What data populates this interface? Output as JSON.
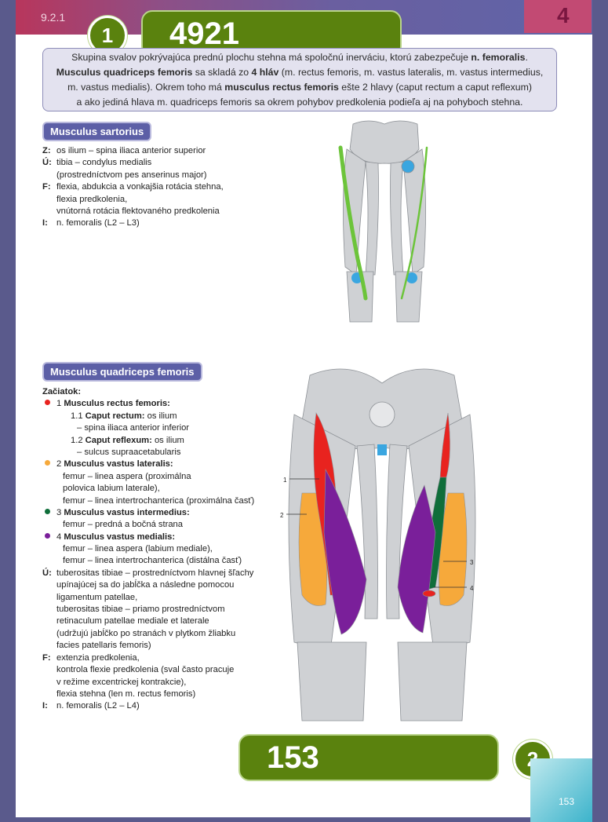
{
  "header": {
    "section": "9.2.1",
    "chapter": "4"
  },
  "badges": {
    "top_number": "4921",
    "top_circle": "1",
    "bottom_number": "153",
    "bottom_circle": "2"
  },
  "intro": {
    "l1a": "Skupina svalov pokrývajúca prednú plochu stehna má spoločnú inerváciu, ktorú zabezpečuje ",
    "l1b": "n. femoralis",
    "l1c": ".",
    "l2a": "Musculus quadriceps femoris",
    "l2b": " sa skladá zo ",
    "l2c": "4 hláv",
    "l2d": " (m. rectus femoris, m. vastus lateralis, m. vastus intermedius,",
    "l3a": "m. vastus medialis). Okrem toho má ",
    "l3b": "musculus rectus femoris",
    "l3c": " ešte 2 hlavy (caput rectum a caput reflexum)",
    "l4": "a ako jediná hlava m. quadriceps femoris sa okrem pohybov predkolenia podieľa aj na pohyboch stehna."
  },
  "sartorius": {
    "title": "Musculus sartorius",
    "rows": [
      {
        "key": "Z:",
        "lines": [
          "os ilium – spina iliaca anterior superior"
        ]
      },
      {
        "key": "Ú:",
        "lines": [
          "tibia – condylus medialis",
          "(prostredníctvom pes anserinus major)"
        ]
      },
      {
        "key": "F:",
        "lines": [
          "flexia, abdukcia a vonkajšia rotácia stehna,",
          "flexia predkolenia,",
          "vnútorná rotácia flektovaného predkolenia"
        ]
      },
      {
        "key": "I:",
        "lines": [
          "n. femoralis (L2 – L3)"
        ]
      }
    ]
  },
  "quadriceps": {
    "title": "Musculus quadriceps femoris",
    "start_label": "Začiatok:",
    "h1_num": "1 ",
    "h1_name": "Musculus rectus femoris:",
    "h11_num": "1.1 ",
    "h11_name": "Caput rectum:",
    "h11_rest": " os ilium",
    "h11_sub": "– spina iliaca anterior inferior",
    "h12_num": "1.2 ",
    "h12_name": "Caput reflexum:",
    "h12_rest": " os ilium",
    "h12_sub": "– sulcus supraacetabularis",
    "h2_num": "2 ",
    "h2_name": "Musculus vastus lateralis:",
    "h2_l1": "femur – linea aspera (proximálna",
    "h2_l2": "polovica labium laterale),",
    "h2_l3": "femur – linea intertrochanterica (proximálna časť)",
    "h3_num": "3 ",
    "h3_name": "Musculus vastus intermedius:",
    "h3_l1": "femur – predná a bočná strana",
    "h4_num": "4 ",
    "h4_name": "Musculus vastus medialis:",
    "h4_l1": "femur – linea aspera (labium mediale),",
    "h4_l2": "femur – linea intertrochanterica (distálna časť)",
    "u_key": "Ú:",
    "u_lines": [
      "tuberositas tibiae – prostredníctvom hlavnej šľachy",
      "upínajúcej sa do jabĺčka a následne pomocou",
      "ligamentum patellae,",
      "tuberositas tibiae – priamo prostredníctvom",
      "retinaculum patellae mediale et laterale",
      "(udržujú jabĺčko po stranách v plytkom žliabku",
      "facies patellaris femoris)"
    ],
    "f_key": "F:",
    "f_lines": [
      "extenzia predkolenia,",
      "kontrola flexie predkolenia (sval často pracuje",
      "v režime excentrickej kontrakcie),",
      "flexia stehna (len m. rectus femoris)"
    ],
    "i_key": "I:",
    "i_lines": [
      "n. femoralis (L2 – L4)"
    ]
  },
  "figure_labels": {
    "n1": "1",
    "n2": "2",
    "n3": "3",
    "n4": "4"
  },
  "footer": {
    "page": "153"
  },
  "colors": {
    "rectus": "#e8231f",
    "lateralis": "#f6a93b",
    "intermedius": "#0f6e3a",
    "medialis": "#7a1f9a",
    "sartorius": "#6cc43a",
    "accent": "#5c5fa6"
  }
}
